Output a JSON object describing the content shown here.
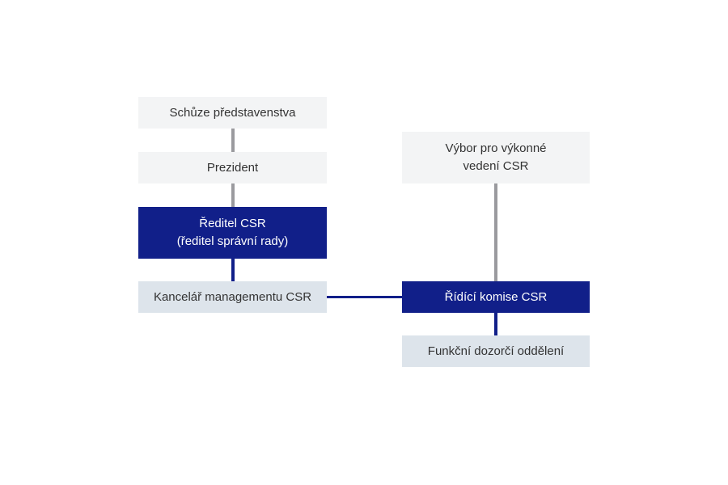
{
  "diagram": {
    "nodes": {
      "board_meeting": {
        "label": "Schůze představenstva"
      },
      "president": {
        "label": "Prezident"
      },
      "csr_director": {
        "lines": [
          "Ředitel CSR",
          "(ředitel správní rady)"
        ]
      },
      "csr_office": {
        "label": "Kancelář managementu CSR"
      },
      "exec_committee": {
        "lines": [
          "Výbor pro výkonné",
          "vedení CSR"
        ]
      },
      "steering_committee": {
        "label": "Řídící komise CSR"
      },
      "supervision_dept": {
        "label": "Funkční dozorčí oddělení"
      }
    }
  }
}
